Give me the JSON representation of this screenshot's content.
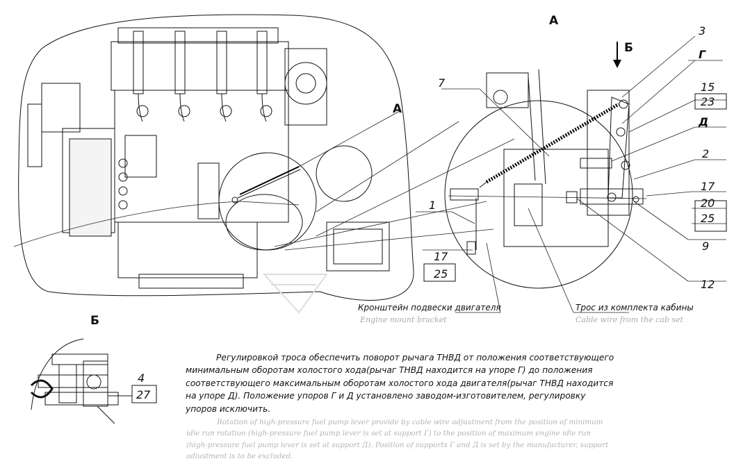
{
  "view_labels": {
    "a_main": "А",
    "a_detail": "А",
    "b_arrow": "Б",
    "b_detail": "Б"
  },
  "callouts": [
    "3",
    "Г",
    "15",
    "23",
    "Д",
    "2",
    "17",
    "20",
    "25",
    "9",
    "12",
    "7",
    "1",
    "17",
    "25",
    "4",
    "27"
  ],
  "captions": {
    "bracket_ru": "Кронштейн подвески двигателя",
    "bracket_en": "Engine mount bracket",
    "cable_ru": "Трос из комплекта кабины",
    "cable_en": "Cable wire from the cab set"
  },
  "note_ru": [
    "Регулировкой троса обеспечить поворот рычага ТНВД от положения соответствующего",
    "минимальным оборотам холостого хода(рычаг ТНВД находится на упоре Г) до положения",
    "соответствующего максимальным оборотам холостого хода двигателя(рычаг ТНВД находится",
    "на упоре Д). Положение упоров Г и Д установлено заводом-изготовителем, регулировку",
    "упоров исключить."
  ],
  "note_en": [
    "Rotation of high-pressure fuel pump lever provide by cable wire adjustment from the position of minimum",
    "idle run rotation (high-pressure fuel pump lever is set at support Г) to the position of maximum engine idle run",
    "(high-pressure fuel pump lever is set at support Д). Position of supports Г and Д is set by the manufacturer, support",
    "adjustment is to be excluded."
  ]
}
